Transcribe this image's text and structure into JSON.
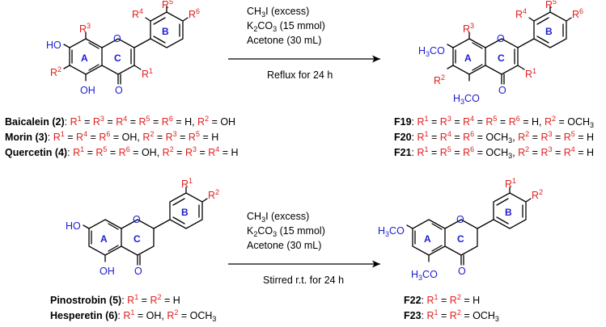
{
  "reaction1": {
    "above_line": [
      "CH3I (excess)",
      "K2CO3 (15 mmol)",
      "Acetone (30 mL)"
    ],
    "below_line": "Reflux for 24 h"
  },
  "reaction2": {
    "above_line": [
      "CH3I (excess)",
      "K2CO3 (15 mmol)",
      "Acetone (30 mL)"
    ],
    "below_line": "Stirred r.t. for 24 h"
  },
  "ring_labels": [
    "A",
    "C",
    "B"
  ],
  "atoms": {
    "HO": "HO",
    "OH": "OH",
    "O": "O",
    "H3CO": "H3CO",
    "R": "R"
  },
  "starting_flavones": [
    {
      "name": "Baicalein (2)",
      "substituents": "R1 = R3 = R4 = R5 = R6 = H, R2 = OH"
    },
    {
      "name": "Morin (3)",
      "substituents": "R1 = R4 = R6 = OH, R2 = R3 = R5 = H"
    },
    {
      "name": "Quercetin (4)",
      "substituents": "R1 = R5 = R6 = OH, R2 = R3 = R4 = H"
    }
  ],
  "products_flavones": [
    {
      "name": "F19",
      "substituents": "R1 = R3 = R4 = R5 = R6 = H, R2 = OCH3"
    },
    {
      "name": "F20",
      "substituents": "R1 = R4 = R6 = OCH3, R2 = R3 = R5 = H"
    },
    {
      "name": "F21",
      "substituents": "R1 = R5 = R6 = OCH3, R2 = R3 = R4 = H"
    }
  ],
  "starting_flavanones": [
    {
      "name": "Pinostrobin (5)",
      "substituents": "R1 = R2 = H"
    },
    {
      "name": "Hesperetin (6)",
      "substituents": "R1 = OH, R2 = OCH3"
    }
  ],
  "products_flavanones": [
    {
      "name": "F22",
      "substituents": "R1 = R2 = H"
    },
    {
      "name": "F23",
      "substituents": "R1 = R2 = OCH3"
    }
  ],
  "colors": {
    "oxygen_groups": "#1c1ccf",
    "r_groups": "#e02020",
    "bonds": "#000000"
  }
}
